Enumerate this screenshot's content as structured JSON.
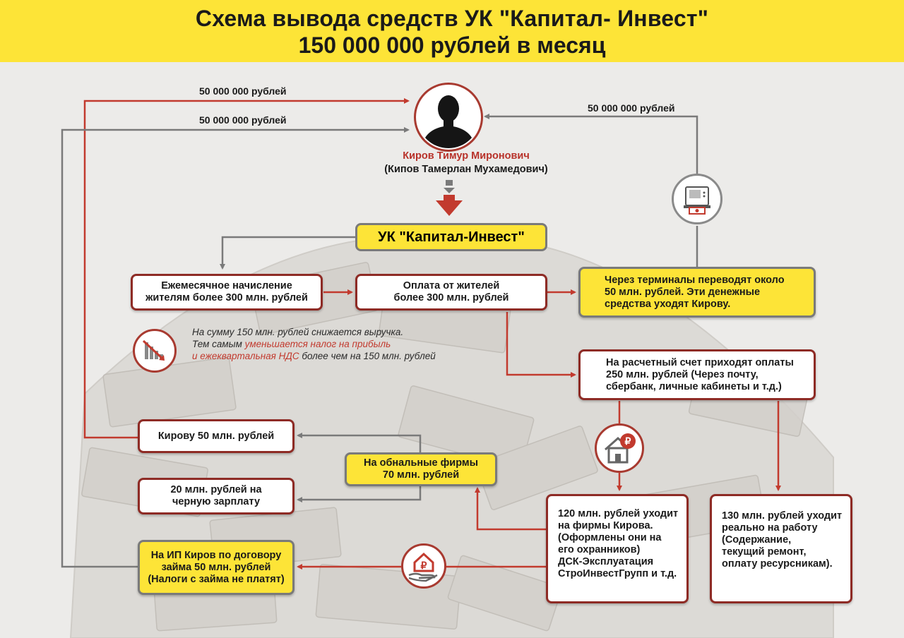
{
  "header": {
    "title_line1": "Схема вывода средств УК \"Капитал- Инвест\"",
    "title_line2": "150 000 000 рублей в месяц"
  },
  "person": {
    "name": "Киров Тимур Миронович",
    "alias": "(Кипов Тамерлан Мухамедович)"
  },
  "flow_labels": {
    "top_left_1": "50 000 000 рублей",
    "top_left_2": "50 000 000 рублей",
    "top_right": "50 000 000 рублей"
  },
  "nodes": {
    "uk": "УК \"Капитал-Инвест\"",
    "accrual": [
      "Ежемесячное начисление",
      "жителям более 300 млн. рублей"
    ],
    "payment": [
      "Оплата от жителей",
      "более 300 млн. рублей"
    ],
    "terminals": [
      "Через терминалы переводят около",
      "50 млн. рублей. Эти денежные",
      "средства уходят Кирову."
    ],
    "account": [
      "На расчетный счет приходят оплаты",
      "250 млн. рублей (Через почту,",
      "сбербанк, личные кабинеты и т.д.)"
    ],
    "kirov50": "Кирову 50 млн. рублей",
    "cash_firms": [
      "На обнальные фирмы",
      "70 млн. рублей"
    ],
    "black_salary": [
      "20 млн. рублей на",
      "черную зарплату"
    ],
    "loan": [
      "На ИП Киров по договору",
      "займа 50 млн. рублей",
      "(Налоги с займа не платят)"
    ],
    "kirov_firms": [
      "120 млн. рублей уходит",
      "на фирмы Кирова.",
      "(Оформлены они на",
      "его охранников)",
      "ДСК-Эксплуатация",
      "СтроИнвестГрупп и т.д."
    ],
    "real_work": [
      "130 млн. рублей уходит",
      "реально на работу",
      "(Содержание,",
      "текущий  ремонт,",
      "оплату ресурсникам)."
    ]
  },
  "note": {
    "line1": "На сумму 150 млн. рублей снижается выручка.",
    "line2_a": "Тем самым ",
    "line2_b": "уменьшается налог на прибыль",
    "line3_a": "и ежеквартальная НДС",
    "line3_b": " более чем на 150 млн. рублей"
  },
  "icons": [
    "person-silhouette-icon",
    "atm-terminal-icon",
    "declining-chart-icon",
    "house-ruble-icon",
    "hand-house-ruble-icon"
  ],
  "colors": {
    "header": "#fde437",
    "arrow_red": "#c23a2e",
    "arrow_grey": "#7a7a7a",
    "box_border": "#8e2b25"
  }
}
